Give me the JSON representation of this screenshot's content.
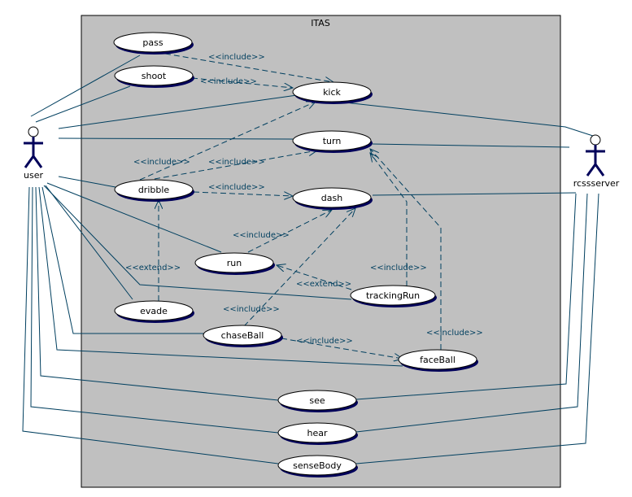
{
  "system": {
    "title": "ITAS"
  },
  "actors": {
    "user": "user",
    "server": "rcssserver"
  },
  "use_cases": {
    "pass": "pass",
    "shoot": "shoot",
    "kick": "kick",
    "turn": "turn",
    "dribble": "dribble",
    "dash": "dash",
    "run": "run",
    "trackingRun": "trackingRun",
    "evade": "evade",
    "chaseBall": "chaseBall",
    "faceBall": "faceBall",
    "see": "see",
    "hear": "hear",
    "senseBody": "senseBody"
  },
  "stereotypes": {
    "include": "<<include>>",
    "extend": "<<extend>>"
  },
  "colors": {
    "system_fill": "#c0c0c0",
    "ellipse_fill": "#ffffff",
    "ellipse_shadow": "#00005a",
    "line": "#003f5f"
  }
}
